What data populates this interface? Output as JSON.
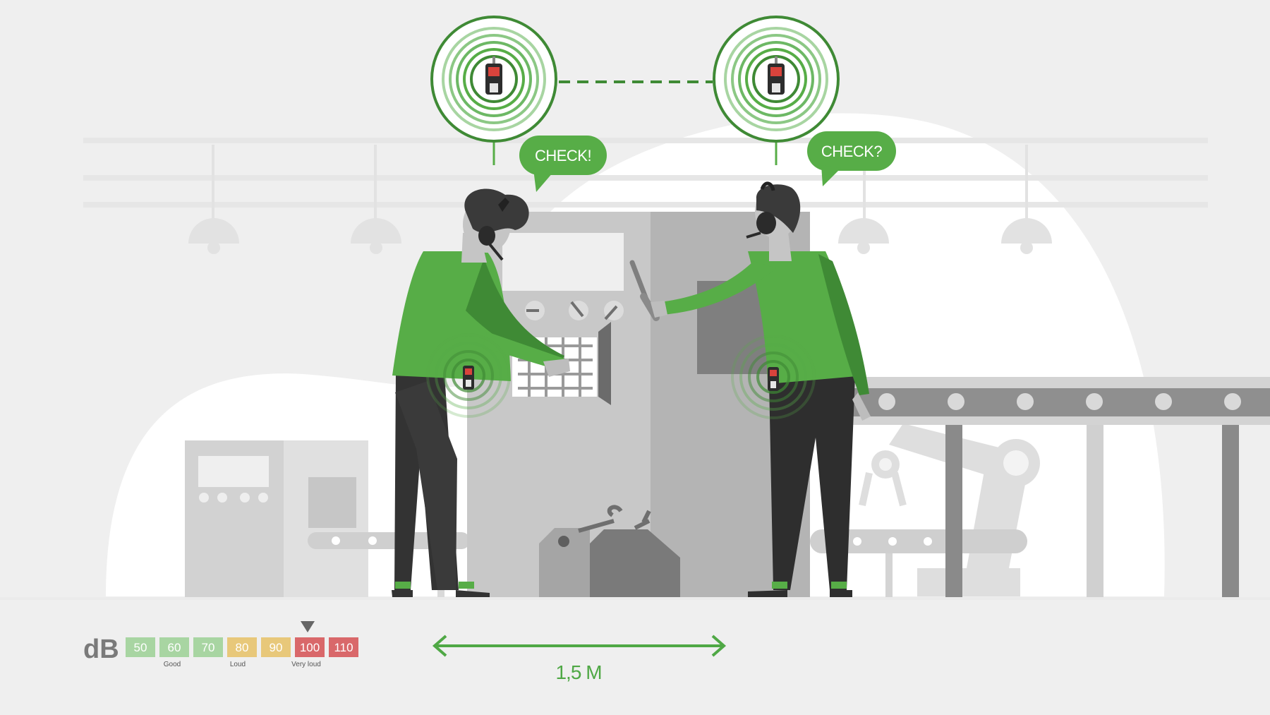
{
  "speech": {
    "left": "CHECK!",
    "right": "CHECK?"
  },
  "distance": {
    "label": "1,5 M"
  },
  "noise_scale": {
    "unit": "dB",
    "indicator_value": 100,
    "levels": [
      {
        "value": "50",
        "color": "#a8d5a2"
      },
      {
        "value": "60",
        "color": "#a8d5a2"
      },
      {
        "value": "70",
        "color": "#a8d5a2"
      },
      {
        "value": "80",
        "color": "#e8c87a"
      },
      {
        "value": "90",
        "color": "#e8c87a"
      },
      {
        "value": "100",
        "color": "#d9686a"
      },
      {
        "value": "110",
        "color": "#d9686a"
      }
    ],
    "captions": {
      "good": "Good",
      "loud": "Loud",
      "very_loud": "Very loud"
    }
  },
  "colors": {
    "accent_green": "#57ad47",
    "dark_green": "#3f8a35",
    "bg": "#efefef",
    "machine": "#c4c4c4"
  },
  "icons": [
    "earplug-device-icon",
    "headset-icon",
    "screwdriver-icon",
    "toolbox-icon",
    "double-arrow-icon"
  ]
}
